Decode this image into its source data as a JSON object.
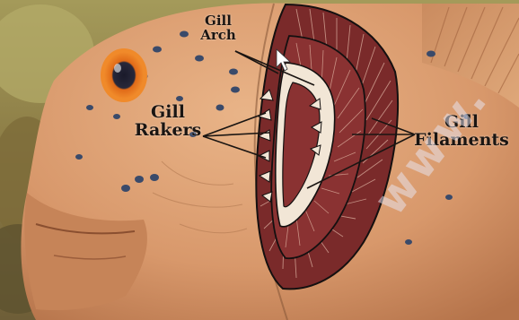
{
  "labels": {
    "gill_arch": [
      "Gill",
      "Arch"
    ],
    "gill_rakers": [
      "Gill",
      "Rakers"
    ],
    "gill_filaments": [
      "Gill",
      "Filaments"
    ]
  },
  "watermark_text": "www.",
  "colors": {
    "fish_body": "#d8986b",
    "fish_spots": "#3a4a6a",
    "gill_filament": "#7a2a2a",
    "gill_raker": "#f2e6d6",
    "background_rock": "#8c7a4a",
    "label_text": "#1a1512",
    "pointer_lines": "#1a1512"
  },
  "cursor_icon": "mouse-pointer-icon"
}
